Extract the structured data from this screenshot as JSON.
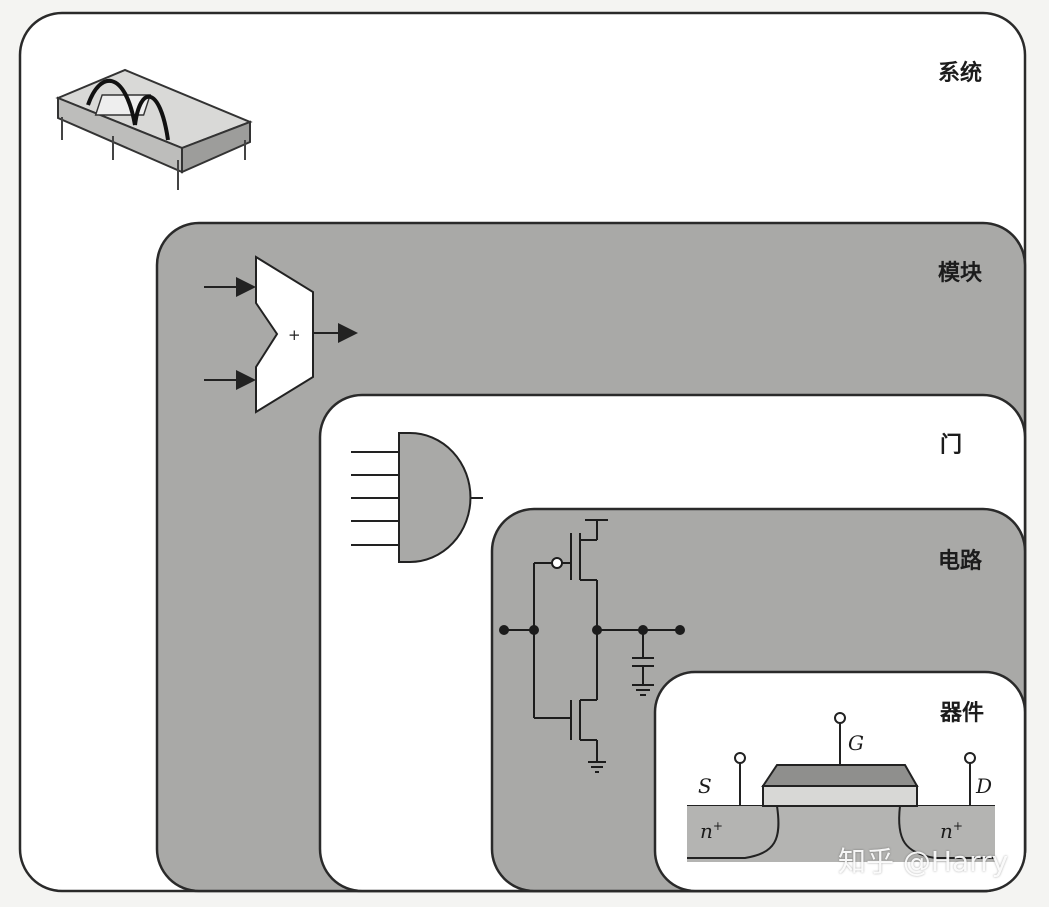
{
  "levels": {
    "system": "系统",
    "module": "模块",
    "gate": "门",
    "circuit": "电路",
    "device": "器件"
  },
  "module_symbol": {
    "operator": "+"
  },
  "device_terminals": {
    "source": "S",
    "gate": "G",
    "drain": "D"
  },
  "device_doping": {
    "source_region": "n",
    "drain_region": "n",
    "superscript": "+"
  },
  "watermark": "知乎 @Harry",
  "colors": {
    "shaded_box": "#a9a9a7",
    "white_box": "#ffffff",
    "outline": "#2a2a2a",
    "substrate": "#b4b4b2"
  }
}
